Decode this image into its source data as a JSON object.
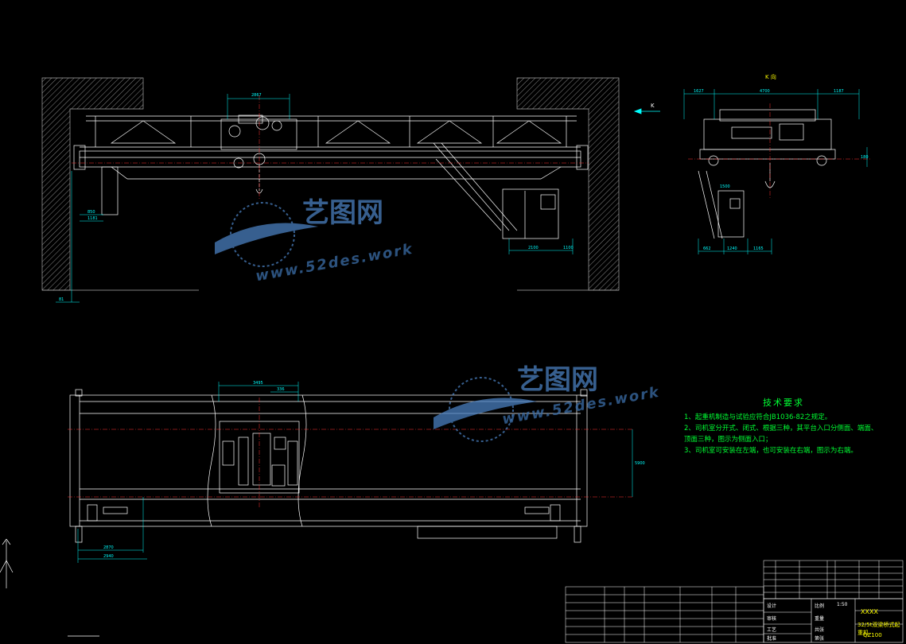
{
  "drawing": {
    "view_label": "K 向",
    "arrow_label": "K"
  },
  "tech_requirements": {
    "title": "技术要求",
    "items": [
      "1、起重机制造与试验应符合JB1036-82之规定。",
      "2、司机室分开式、闭式、根据三种，其平台入口分侧面、端面、顶面三种，图示为侧面入口；",
      "3、司机室可安装在左端，也可安装在右端，图示为右端。"
    ]
  },
  "dimensions": {
    "trolley_gauge": "2867",
    "top_left_a": "1627",
    "top_mid": "4700",
    "top_right_a": "1187",
    "cab_w1": "2100",
    "cab_w2": "1100",
    "side_v1": "180",
    "k_bottom_1": "662",
    "k_bottom_2": "1240",
    "k_bottom_3": "1165",
    "k_cab": "1500",
    "plan_top": "3495",
    "plan_small": "336",
    "plan_bl1": "2870",
    "plan_bl2": "2940",
    "plan_right": "5900",
    "left_v": "850",
    "left_v2": "1181",
    "rail": "81"
  },
  "watermark": {
    "cn": "艺图网",
    "en": "www.52des.work"
  },
  "title_block": {
    "company": "XXXX",
    "drawing_name": "32/5t双梁桥式起重机",
    "drawing_no": "QZ100",
    "scale": "1:50",
    "labels": [
      "设计",
      "审核",
      "工艺",
      "批准",
      "比例",
      "重量",
      "共张",
      "第张"
    ]
  },
  "colors": {
    "background": "#000000",
    "line": "#ffffff",
    "dimension": "#00ffff",
    "centerline": "#ff3333",
    "text_green": "#00ff33",
    "hatch": "#b0b0b0"
  }
}
